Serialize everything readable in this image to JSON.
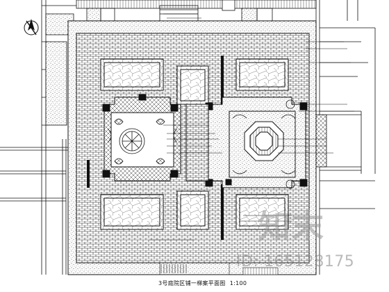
{
  "drawing": {
    "title": "3号庭院区铺一梯案平面图",
    "scale": "1:100"
  },
  "watermark": {
    "logo": "知末",
    "id": "ID: 165128175"
  },
  "colors": {
    "ink": "#111111",
    "paper": "#ffffff",
    "watermark": "#969696"
  },
  "icons": [
    "north-arrow-icon"
  ]
}
